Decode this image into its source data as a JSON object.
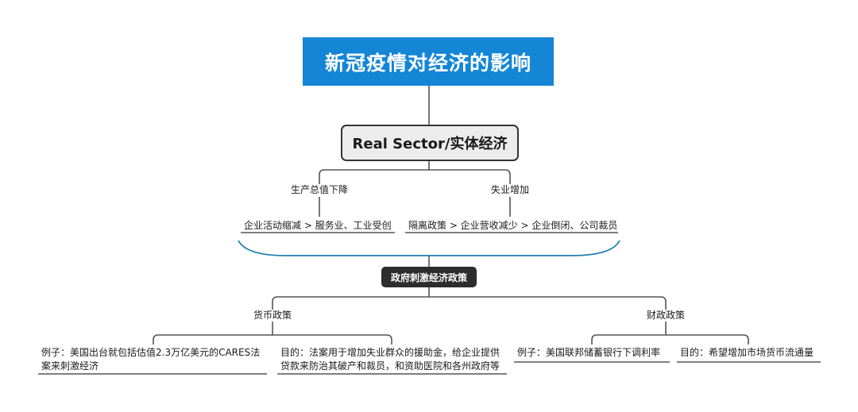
{
  "root": {
    "title": "新冠疫情对经济的影响"
  },
  "real_sector": {
    "title": "Real Sector/实体经济",
    "branches": [
      {
        "label": "生产总值下降",
        "detail": "企业活动缩减 > 服务业、工业受创"
      },
      {
        "label": "失业增加",
        "detail": "隔离政策 > 企业营收减少 > 企业倒闭、公司裁员"
      }
    ]
  },
  "stimulus": {
    "title": "政府刺激经济政策",
    "monetary": {
      "label": "货币政策",
      "example": "例子：美国出台就包括估值2.3万亿美元的CARES法案来刺激经济",
      "purpose": "目的：法案用于增加失业群众的援助金，给企业提供贷款来防治其破产和裁员，和资助医院和各州政府等"
    },
    "fiscal": {
      "label": "财政政策",
      "example": "例子：美国联邦储蓄银行下调利率",
      "purpose": "目的：希望增加市场货币流通量"
    }
  },
  "colors": {
    "root_fill": "#1586d6",
    "bracket": "#1a7fb0",
    "stim_fill": "#2d2d2d",
    "sector_fill": "#ececec"
  }
}
